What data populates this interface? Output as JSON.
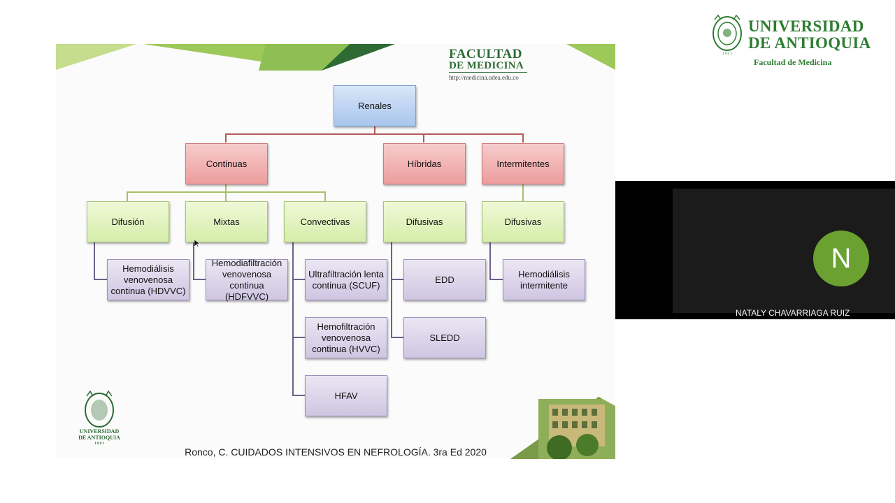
{
  "brand": {
    "name_line1": "UNIVERSIDAD",
    "name_line2": "DE ANTIOQUIA",
    "subtitle": "Facultad de Medicina"
  },
  "slide": {
    "faculty_line1": "FACULTAD",
    "faculty_line2": "DE MEDICINA",
    "faculty_url": "http://medicina.udea.edu.co",
    "logo_line1": "UNIVERSIDAD",
    "logo_line2": "DE ANTIOQUIA",
    "logo_year": "1 8 0 3",
    "citation": "Ronco, C. CUIDADOS INTENSIVOS EN NEFROLOGÍA. 3ra Ed 2020"
  },
  "tree": {
    "root": "Renales",
    "continuas": "Continuas",
    "hibridas": "Híbridas",
    "intermitentes": "Intermitentes",
    "difusion": "Difusión",
    "mixtas": "Mixtas",
    "convectivas": "Convectivas",
    "difusivas_hibridas": "Difusivas",
    "difusivas_intermitentes": "Difusivas",
    "hdvvc": "Hemodiálisis venovenosa continua (HDVVC)",
    "hdfvvc": "Hemodiafiltración venovenosa continua (HDFVVC)",
    "scuf": "Ultrafiltración lenta continua (SCUF)",
    "hvvc": "Hemofiltración venovenosa continua  (HVVC)",
    "hfav": "HFAV",
    "edd": "EDD",
    "sledd": "SLEDD",
    "hd_intermitente": "Hemodiálisis intermitente"
  },
  "participant": {
    "initial": "N",
    "name": "NATALY CHAVARRIAGA RUIZ",
    "avatar_color": "#6aa130"
  },
  "colors": {
    "brand_green": "#2e7d32",
    "node_blue": "#a9c6ee",
    "node_red": "#ec9c9c",
    "node_green": "#d5edaa",
    "node_purple": "#cfc6e2"
  }
}
